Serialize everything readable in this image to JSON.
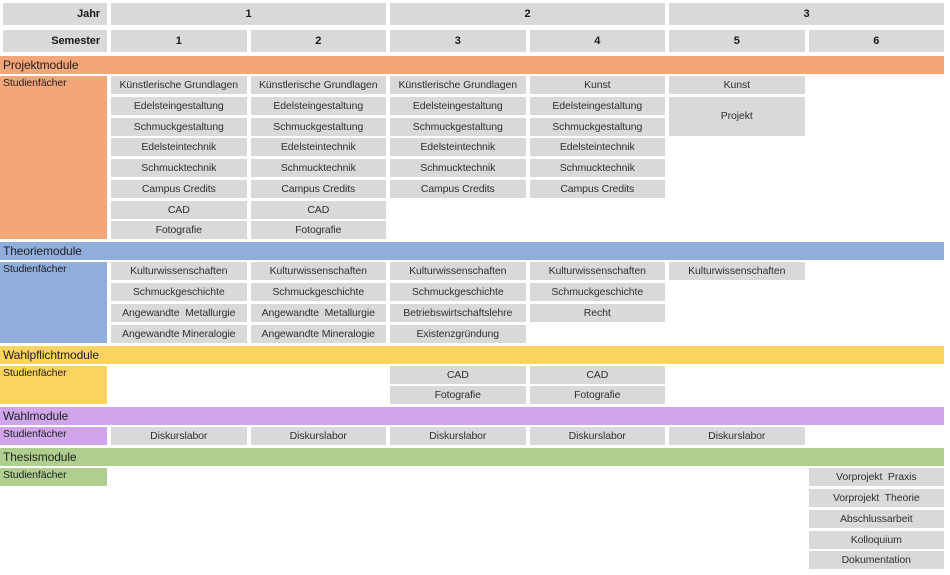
{
  "header": {
    "jahr_label": "Jahr",
    "semester_label": "Semester",
    "years": [
      {
        "label": "1",
        "span": 2
      },
      {
        "label": "2",
        "span": 2
      },
      {
        "label": "3",
        "span": 2
      }
    ],
    "semesters": [
      "1",
      "2",
      "3",
      "4",
      "5",
      "6"
    ]
  },
  "studienfaecher_label": "Studienfächer",
  "colors": {
    "header_gray": "#d9d9d9",
    "cell_gray": "#d9d9d9",
    "projektmodule": "#f2a679",
    "theoriemodule": "#8faedc",
    "wahlpflichtmodule": "#fad360",
    "wahlmodule": "#cfa6e9",
    "thesismodule": "#afce90"
  },
  "sections": [
    {
      "id": "projektmodule",
      "title": "Projektmodule",
      "color": "#f2a679",
      "rows": 8,
      "label_span": 8,
      "cells": [
        {
          "text": "Künstlerische Grundlagen",
          "row": 1,
          "sem": 1
        },
        {
          "text": "Künstlerische Grundlagen",
          "row": 1,
          "sem": 2
        },
        {
          "text": "Künstlerische Grundlagen",
          "row": 1,
          "sem": 3
        },
        {
          "text": "Kunst",
          "row": 1,
          "sem": 4
        },
        {
          "text": "Kunst",
          "row": 1,
          "sem": 5
        },
        {
          "text": "Edelsteingestaltung",
          "row": 2,
          "sem": 1
        },
        {
          "text": "Edelsteingestaltung",
          "row": 2,
          "sem": 2
        },
        {
          "text": "Edelsteingestaltung",
          "row": 2,
          "sem": 3
        },
        {
          "text": "Edelsteingestaltung",
          "row": 2,
          "sem": 4
        },
        {
          "text": "Projekt",
          "row": 2,
          "sem": 5,
          "rowspan": 2
        },
        {
          "text": "Schmuckgestaltung",
          "row": 3,
          "sem": 1
        },
        {
          "text": "Schmuckgestaltung",
          "row": 3,
          "sem": 2
        },
        {
          "text": "Schmuckgestaltung",
          "row": 3,
          "sem": 3
        },
        {
          "text": "Schmuckgestaltung",
          "row": 3,
          "sem": 4
        },
        {
          "text": "Edelsteintechnik",
          "row": 4,
          "sem": 1
        },
        {
          "text": "Edelsteintechnik",
          "row": 4,
          "sem": 2
        },
        {
          "text": "Edelsteintechnik",
          "row": 4,
          "sem": 3
        },
        {
          "text": "Edelsteintechnik",
          "row": 4,
          "sem": 4
        },
        {
          "text": "Schmucktechnik",
          "row": 5,
          "sem": 1
        },
        {
          "text": "Schmucktechnik",
          "row": 5,
          "sem": 2
        },
        {
          "text": "Schmucktechnik",
          "row": 5,
          "sem": 3
        },
        {
          "text": "Schmucktechnik",
          "row": 5,
          "sem": 4
        },
        {
          "text": "Campus Credits",
          "row": 6,
          "sem": 1
        },
        {
          "text": "Campus Credits",
          "row": 6,
          "sem": 2
        },
        {
          "text": "Campus Credits",
          "row": 6,
          "sem": 3
        },
        {
          "text": "Campus Credits",
          "row": 6,
          "sem": 4
        },
        {
          "text": "CAD",
          "row": 7,
          "sem": 1
        },
        {
          "text": "CAD",
          "row": 7,
          "sem": 2
        },
        {
          "text": "Fotografie",
          "row": 8,
          "sem": 1
        },
        {
          "text": "Fotografie",
          "row": 8,
          "sem": 2
        }
      ]
    },
    {
      "id": "theoriemodule",
      "title": "Theoriemodule",
      "color": "#8faedc",
      "rows": 4,
      "label_span": 4,
      "cells": [
        {
          "text": "Kulturwissenschaften",
          "row": 1,
          "sem": 1
        },
        {
          "text": "Kulturwissenschaften",
          "row": 1,
          "sem": 2
        },
        {
          "text": "Kulturwissenschaften",
          "row": 1,
          "sem": 3
        },
        {
          "text": "Kulturwissenschaften",
          "row": 1,
          "sem": 4
        },
        {
          "text": "Kulturwissenschaften",
          "row": 1,
          "sem": 5
        },
        {
          "text": "Schmuckgeschichte",
          "row": 2,
          "sem": 1
        },
        {
          "text": "Schmuckgeschichte",
          "row": 2,
          "sem": 2
        },
        {
          "text": "Schmuckgeschichte",
          "row": 2,
          "sem": 3
        },
        {
          "text": "Schmuckgeschichte",
          "row": 2,
          "sem": 4
        },
        {
          "text": "Angewandte  Metallurgie",
          "row": 3,
          "sem": 1
        },
        {
          "text": "Angewandte  Metallurgie",
          "row": 3,
          "sem": 2
        },
        {
          "text": "Betriebswirtschaftslehre",
          "row": 3,
          "sem": 3
        },
        {
          "text": "Recht",
          "row": 3,
          "sem": 4
        },
        {
          "text": "Angewandte Mineralogie",
          "row": 4,
          "sem": 1
        },
        {
          "text": "Angewandte Mineralogie",
          "row": 4,
          "sem": 2
        },
        {
          "text": "Existenzgründung",
          "row": 4,
          "sem": 3
        }
      ]
    },
    {
      "id": "wahlpflichtmodule",
      "title": "Wahlpflichtmodule",
      "color": "#fad360",
      "rows": 2,
      "label_span": 2,
      "cells": [
        {
          "text": "CAD",
          "row": 1,
          "sem": 3
        },
        {
          "text": "CAD",
          "row": 1,
          "sem": 4
        },
        {
          "text": "Fotografie",
          "row": 2,
          "sem": 3
        },
        {
          "text": "Fotografie",
          "row": 2,
          "sem": 4
        }
      ]
    },
    {
      "id": "wahlmodule",
      "title": "Wahlmodule",
      "color": "#cfa6e9",
      "rows": 1,
      "label_span": 1,
      "cells": [
        {
          "text": "Diskurslabor",
          "row": 1,
          "sem": 1
        },
        {
          "text": "Diskurslabor",
          "row": 1,
          "sem": 2
        },
        {
          "text": "Diskurslabor",
          "row": 1,
          "sem": 3
        },
        {
          "text": "Diskurslabor",
          "row": 1,
          "sem": 4
        },
        {
          "text": "Diskurslabor",
          "row": 1,
          "sem": 5
        }
      ]
    },
    {
      "id": "thesismodule",
      "title": "Thesismodule",
      "color": "#afce90",
      "rows": 5,
      "label_span": 1,
      "cells": [
        {
          "text": "Vorprojekt  Praxis",
          "row": 1,
          "sem": 6
        },
        {
          "text": "Vorprojekt  Theorie",
          "row": 2,
          "sem": 6
        },
        {
          "text": "Abschlussarbeit",
          "row": 3,
          "sem": 6
        },
        {
          "text": "Kolloquium",
          "row": 4,
          "sem": 6
        },
        {
          "text": "Dokumentation",
          "row": 5,
          "sem": 6
        }
      ]
    }
  ]
}
